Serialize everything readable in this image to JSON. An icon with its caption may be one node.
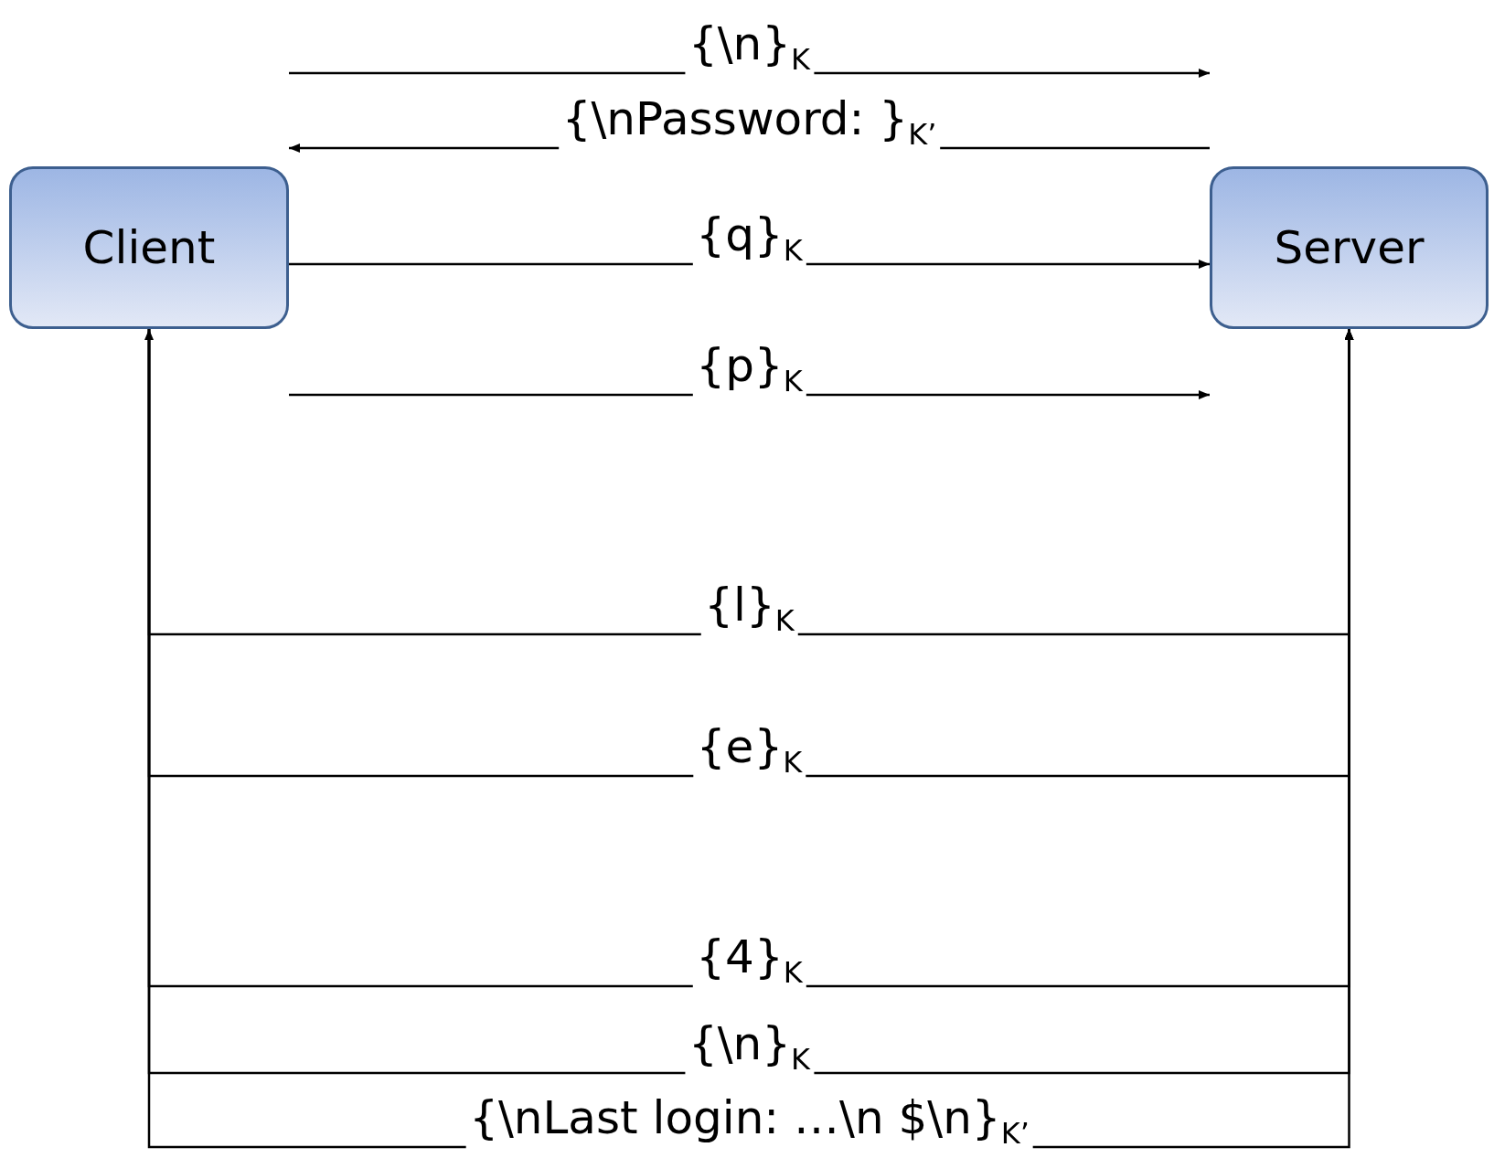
{
  "diagram": {
    "nodes": [
      {
        "text": [
          "Client"
        ]
      },
      {
        "text": [
          "Server"
        ]
      }
    ],
    "edges": [
      {
        "from": 0,
        "to": 1,
        "arrow": "to",
        "label": "{\\n}$_{K}$"
      },
      {
        "from": 1,
        "to": 0,
        "arrow": "to",
        "label": "{\\nPassword: }$_{K’}$"
      },
      {
        "from": 0,
        "to": 1,
        "arrow": "to",
        "label": "{q}$_{K}$"
      },
      {
        "from": 0,
        "to": 1,
        "arrow": "to",
        "label": "{p}$_{K}$"
      },
      {
        "from": 0,
        "to": 1,
        "arrow": "to",
        "label": "{l}$_{K}$"
      },
      {
        "from": 0,
        "to": 1,
        "arrow": "to",
        "label": "{e}$_{K}$"
      },
      {
        "from": 0,
        "to": 1,
        "arrow": "to",
        "label": "{4}$_{K}$"
      },
      {
        "from": 0,
        "to": 1,
        "arrow": "to",
        "label": "{\\n}$_{K}$"
      },
      {
        "from": 1,
        "to": 0,
        "arrow": "to",
        "label": "{\\nLast login: …\\n $\\n}$_{K’}$"
      }
    ]
  }
}
